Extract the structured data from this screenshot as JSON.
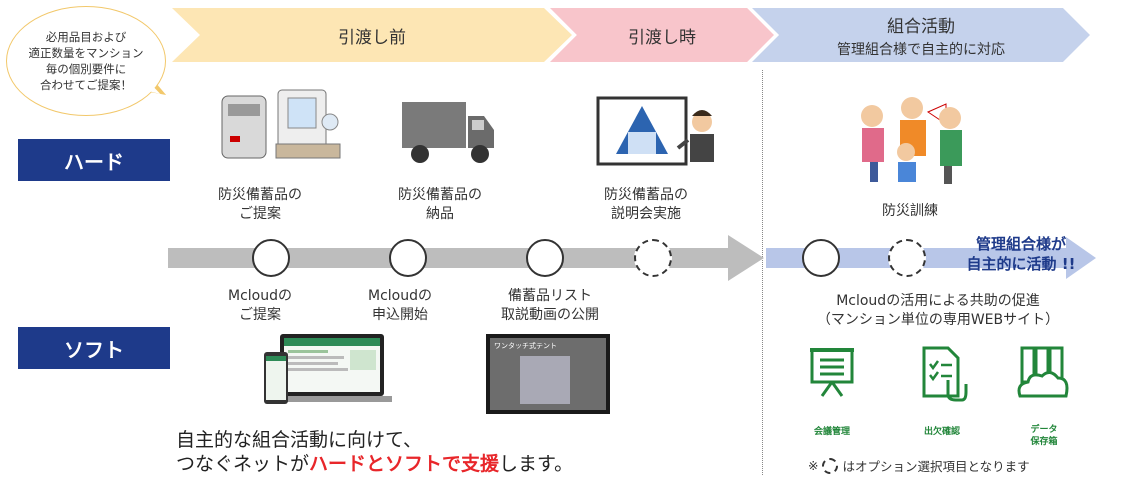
{
  "phases": [
    {
      "label": "引渡し前"
    },
    {
      "label": "引渡し時"
    },
    {
      "label": "組合活動",
      "sub": "管理組合様で自主的に対応"
    }
  ],
  "bubble": {
    "lines": [
      "必用品目および",
      "適正数量をマンション",
      "毎の個別要件に",
      "合わせてご提案！"
    ]
  },
  "rows": {
    "hard": "ハード",
    "soft": "ソフト"
  },
  "hard_steps": [
    {
      "line1": "防災備蓄品の",
      "line2": "ご提案"
    },
    {
      "line1": "防災備蓄品の",
      "line2": "納品"
    },
    {
      "line1": "防災備蓄品の",
      "line2": "説明会実施"
    },
    {
      "line1": "防災訓練",
      "line2": ""
    }
  ],
  "soft_steps": [
    {
      "line1": "Mcloudの",
      "line2": "ご提案"
    },
    {
      "line1": "Mcloudの",
      "line2": "申込開始"
    },
    {
      "line1": "備蓄品リスト",
      "line2": "取説動画の公開"
    }
  ],
  "right_arrow_text": {
    "line1": "管理組合様が",
    "line2": "自主的に活動 !!"
  },
  "mcloud": {
    "line1": "Mcloudの活用による共助の促進",
    "line2": "（マンション単位の専用WEBサイト）"
  },
  "features": [
    {
      "icon": "meeting-board-icon",
      "label": "会議管理"
    },
    {
      "icon": "attendance-check-icon",
      "label": "出欠確認"
    },
    {
      "icon": "cloud-storage-icon",
      "label": "データ\n保存箱"
    }
  ],
  "video_caption": "ワンタッチ式テント",
  "footer": {
    "line1": "自主的な組合活動に向けて、",
    "line2_pre": "つなぐネットが",
    "line2_red": "ハードとソフトで支援",
    "line2_post": "します。"
  },
  "note": {
    "pre": "※",
    "post": "はオプション選択項目となります"
  },
  "colors": {
    "navy": "#1e3a8a",
    "red": "#e8262a",
    "green": "#22863a",
    "phase1": "#fde6b4",
    "phase2": "#f8c5cb",
    "phase3": "#c5d2ec"
  }
}
